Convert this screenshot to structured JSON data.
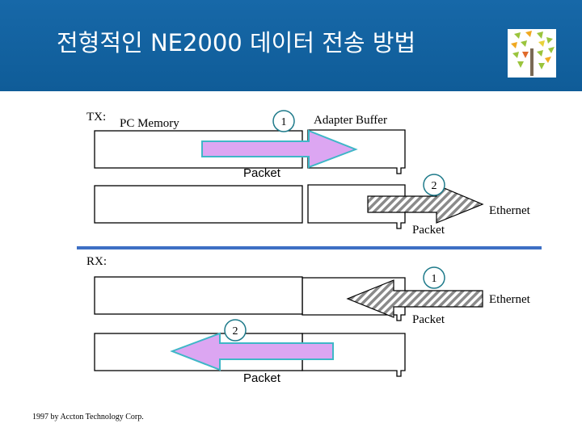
{
  "slide": {
    "title": "전형적인 NE2000 데이터 전송 방법",
    "copyright": "1997 by Accton Technology Corp."
  },
  "tx": {
    "section_label": "TX:",
    "pc_memory_label": "PC Memory",
    "adapter_buffer_label": "Adapter Buffer",
    "step1_number": "1",
    "step1_packet_label": "Packet",
    "step2_number": "2",
    "ethernet_label": "Ethernet",
    "step2_packet_label": "Packet"
  },
  "rx": {
    "section_label": "RX:",
    "step1_number": "1",
    "ethernet_label": "Ethernet",
    "step1_packet_label": "Packet",
    "step2_number": "2",
    "step2_packet_label": "Packet"
  },
  "colors": {
    "header_blue": "#1768a8",
    "divider_blue": "#3d6fc4",
    "pc_arrow_fill": "#dca6f2",
    "pc_arrow_stroke": "#3fb7c7",
    "hatch_gray": "#8a8a8a"
  },
  "icons": {
    "logo": "tree-logo-icon"
  }
}
